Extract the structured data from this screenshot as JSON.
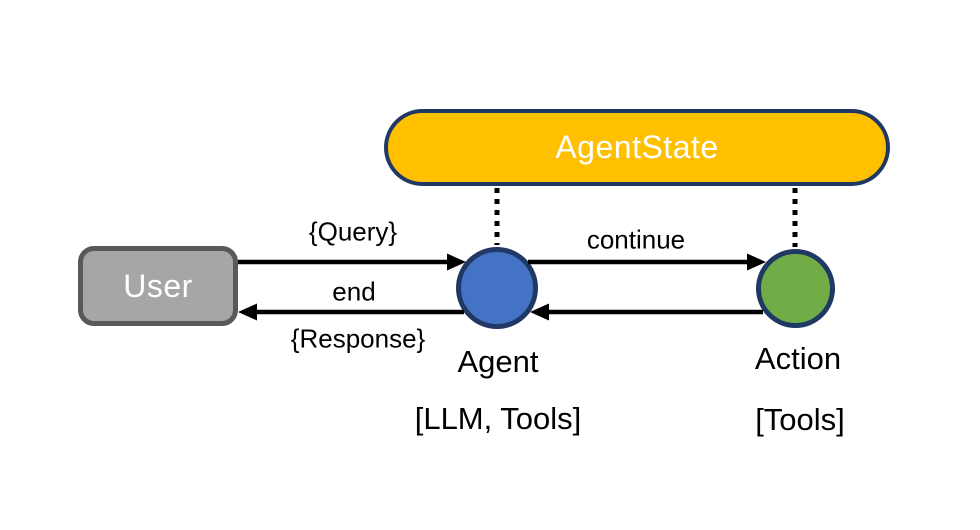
{
  "nodes": {
    "agent_state": {
      "label": "AgentState",
      "fill": "#FFC000",
      "border": "#203864",
      "text_color": "#FFFFFF"
    },
    "user": {
      "label": "User",
      "fill": "#A6A6A6",
      "border": "#595959",
      "text_color": "#FFFFFF"
    },
    "agent": {
      "label": "Agent",
      "sublabel": "[LLM, Tools]",
      "fill": "#4472C4",
      "border": "#203864"
    },
    "action": {
      "label": "Action",
      "sublabel": "[Tools]",
      "fill": "#70AD47",
      "border": "#203864"
    }
  },
  "edges": {
    "user_to_agent": {
      "label": "{Query}",
      "from": "User",
      "to": "Agent",
      "style": "solid-arrow"
    },
    "agent_to_user": {
      "label_top": "end",
      "label_bottom": "{Response}",
      "from": "Agent",
      "to": "User",
      "style": "solid-arrow"
    },
    "agent_to_action": {
      "label": "continue",
      "from": "Agent",
      "to": "Action",
      "style": "solid-arrow"
    },
    "action_to_agent": {
      "from": "Action",
      "to": "Agent",
      "style": "solid-arrow"
    },
    "state_to_agent": {
      "from": "AgentState",
      "to": "Agent",
      "style": "dotted"
    },
    "state_to_action": {
      "from": "AgentState",
      "to": "Action",
      "style": "dotted"
    }
  },
  "colors": {
    "edge_color": "#000000",
    "background": "#FFFFFF"
  }
}
